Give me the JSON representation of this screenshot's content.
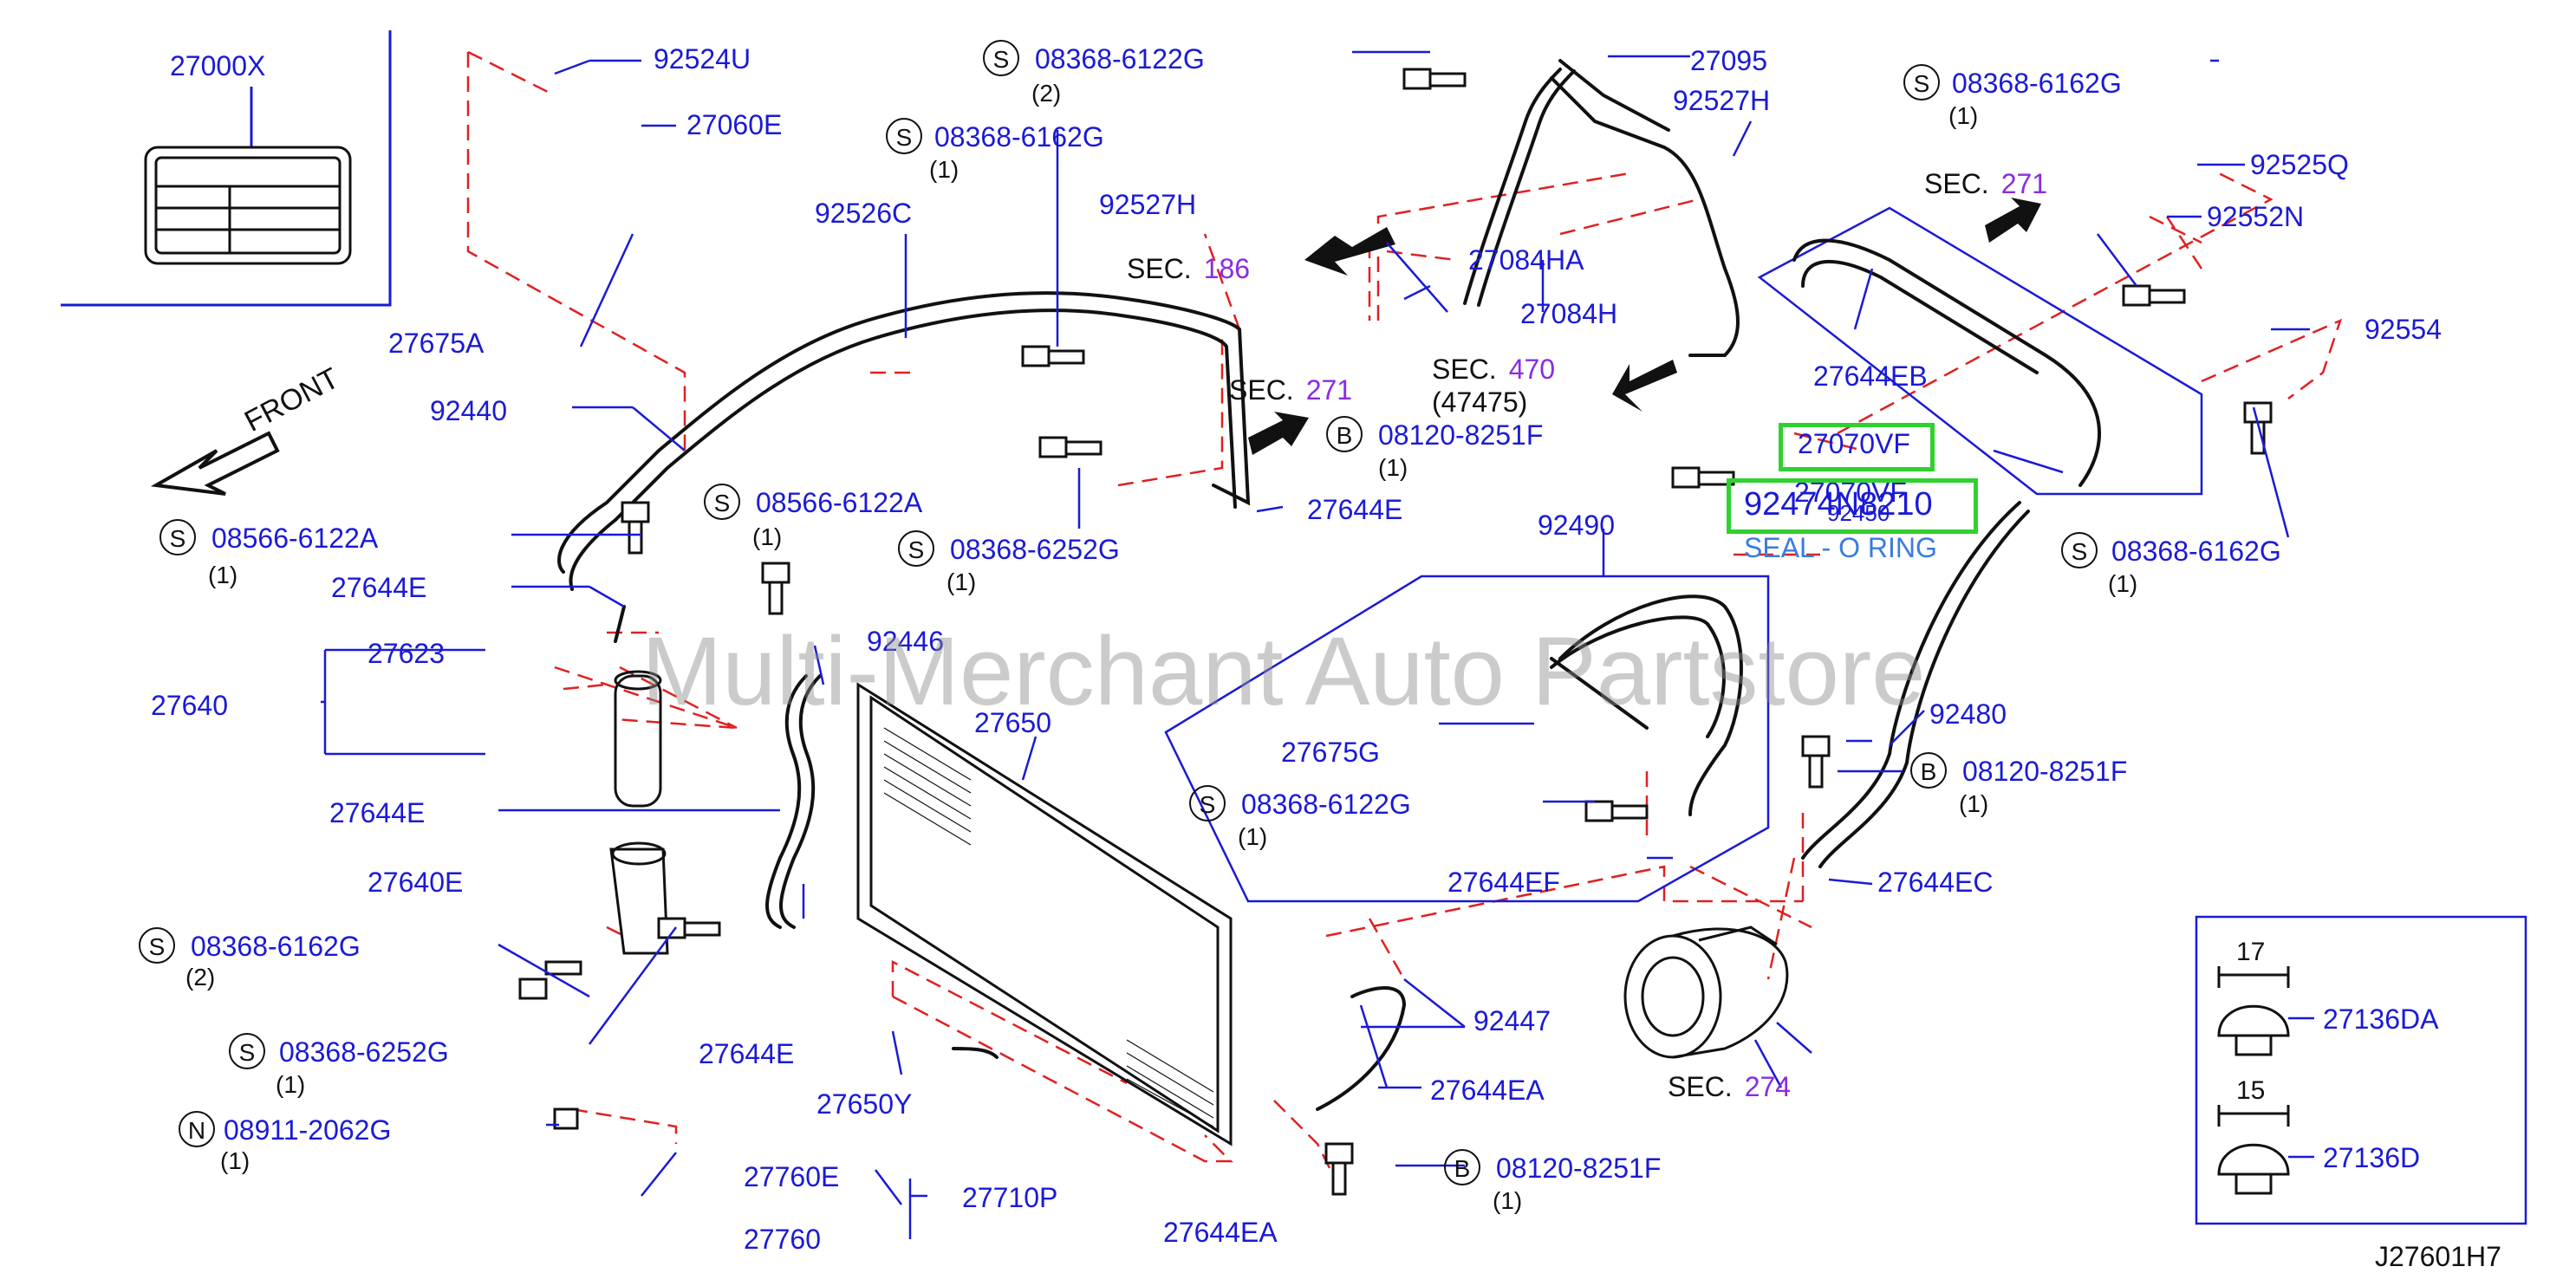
{
  "parts": {
    "p27000X": "27000X",
    "p92524U": "92524U",
    "p27060E": "27060E",
    "p27675A": "27675A",
    "p92440": "92440",
    "s08566a": "08566-6122A",
    "s08566b": "08566-6122A",
    "p27644E_1": "27644E",
    "p27623": "27623",
    "p27640": "27640",
    "p27644E_2": "27644E",
    "p27640E": "27640E",
    "s08368_6162G_a": "08368-6162G",
    "s08368_6252G_a": "08368-6252G",
    "n08911": "08911-2062G",
    "p27760E": "27760E",
    "p27760": "27760",
    "p27710P": "27710P",
    "p92446": "92446",
    "p27644E_3": "27644E",
    "p27650": "27650",
    "p27650Y": "27650Y",
    "p27644EA_1": "27644EA",
    "p92526C": "92526C",
    "s08368_6162G_b": "08368-6162G",
    "s08368_6122G_a": "08368-6122G",
    "p92527H_1": "92527H",
    "s08368_6252G_b": "08368-6252G",
    "p27644E_4": "27644E",
    "b08120_a": "08120-8251F",
    "p27095": "27095",
    "p92527H_2": "92527H",
    "p27084HA": "27084HA",
    "p27084H": "27084H",
    "p92490": "92490",
    "p27675G": "27675G",
    "s08368_6122G_b": "08368-6122G",
    "p27644EF": "27644EF",
    "p92447": "92447",
    "p27644EA_2": "27644EA",
    "b08120_b": "08120-8251F",
    "s08368_6162G_c": "08368-6162G",
    "p92525Q": "92525Q",
    "p92552N": "92552N",
    "p92554": "92554",
    "p27644EB": "27644EB",
    "p27070VF": "27070VF",
    "p92474": "92474N8210",
    "p92450": "92450",
    "s08368_6162G_d": "08368-6162G",
    "p92480": "92480",
    "b08120_c": "08120-8251F",
    "p27644EC": "27644EC",
    "p27136DA": "27136DA",
    "p27136D": "27136D"
  },
  "prefixes": {
    "s": "S",
    "b": "B",
    "n": "N"
  },
  "qty": {
    "q1": "(1)",
    "q2": "(2)"
  },
  "sections": {
    "sec_label": "SEC.",
    "s186": "186",
    "s271a": "271",
    "s470": "470",
    "s47475": "(47475)",
    "s271b": "271",
    "s274": "274"
  },
  "note_seal": "SEAL - O RING",
  "front_label": "FRONT",
  "watermark": "Multi-Merchant Auto Partstore",
  "dims": {
    "d17": "17",
    "d15": "15"
  },
  "diagram_ref": "J27601H7",
  "colors": {
    "label": "#1a1ad6",
    "section_number": "#8a2be2",
    "leader": "#1a1ad6",
    "dashed": "#e02020",
    "highlight": "#2fd12f",
    "note": "#3a7be0"
  }
}
